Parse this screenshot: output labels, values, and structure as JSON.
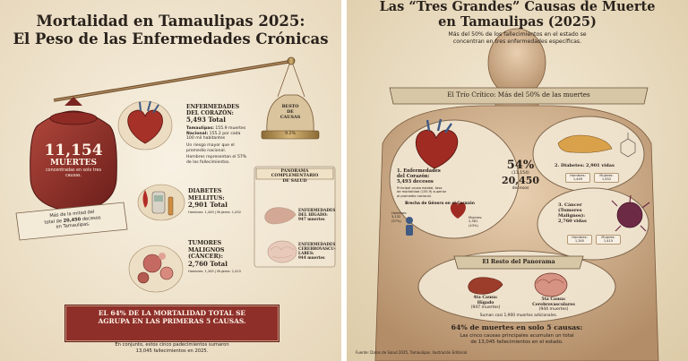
{
  "left": {
    "title_line1": "Mortalidad en Tamaulipas 2025:",
    "title_line2": "El Peso de las Enfermedades Crónicas",
    "scale": {
      "weight_number": "11,154",
      "weight_unit": "MUERTES",
      "weight_note": "concentradas en solo tres causas.",
      "ribbon_line1": "Más de la mitad del",
      "ribbon_line2_prefix": "total de ",
      "ribbon_line2_bold": "20,450",
      "ribbon_line2_suffix": " decesos",
      "ribbon_line3": "en Tamaulipas.",
      "rest_label_line1": "RESTO",
      "rest_label_line2": "DE",
      "rest_label_line3": "CAUSAS",
      "rest_percent": "9.2%"
    },
    "heart": {
      "title_line1": "ENFERMEDADES",
      "title_line2": "DEL CORAZÓN:",
      "total": "5,493 Total",
      "detail1_bold": "Tamaulipas:",
      "detail1": " 155.9 muertes",
      "detail2_bold": "Nacional:",
      "detail2": " 155.2 por cada",
      "detail3": "100 mil habitantes",
      "detail4": "Un riesgo mayor que el",
      "detail5": "promedio nacional.",
      "detail6": "Hombres representan el 57%",
      "detail7": "de los fallecimientos."
    },
    "diabetes": {
      "title_line1": "DIABETES",
      "title_line2": "MELLITUS:",
      "total": "2,901 Total",
      "split": "Hombres: 1,449 | Mujeres: 1,452"
    },
    "tumors": {
      "title_line1": "TUMORES",
      "title_line2": "MALIGNOS",
      "title_line3": "(CÁNCER):",
      "total": "2,760 Total",
      "split": "Hombres: 1,345 | Mujeres: 1,415"
    },
    "panorama": {
      "title_line1": "PANORAMA",
      "title_line2": "COMPLEMENTARIO",
      "title_line3": "DE SALUD",
      "liver_line1": "ENFERMEDADES",
      "liver_line2": "DEL HÍGADO:",
      "liver_total": "947 muertes",
      "brain_line1": "ENFERMEDADES",
      "brain_line2": "CEREBROVASCU-",
      "brain_line3": "LARES:",
      "brain_total": "944 muertes"
    },
    "footer": {
      "headline_line1": "EL 64% DE LA MORTALIDAD TOTAL SE",
      "headline_line2": "AGRUPA EN LAS PRIMERAS 5 CAUSAS.",
      "sub_line1": "En conjunto, estos cinco padecimientos sumaron",
      "sub_line2": "13,045 fallecimientos en 2025."
    }
  },
  "right": {
    "title_line1": "Las “Tres Grandes” Causas de Muerte",
    "title_line2": "en Tamaulipas (2025)",
    "subtitle_line1": "Más del 50% de los fallecimientos en el estado se",
    "subtitle_line2": "concentran en tres enfermedades específicas.",
    "ribbon": "El Trío Crítico: Más del 50% de las muertes",
    "heart": {
      "title_line1": "1. Enfermedades",
      "title_line2": "del Corazón:",
      "title_line3": "5,493 decesos",
      "desc1": "Principal causa estatal, tasa",
      "desc2": "de mortalidad (155.9) superior",
      "desc3": "al promedio nacional.",
      "gap_title": "Brecha de Género en el Corazón",
      "men_label": "Hombres:",
      "men_value": "3,132",
      "men_pct": "(57%)",
      "women_label": "Mujeres:",
      "women_value": "2,361",
      "women_pct": "(43%)"
    },
    "center_stat": {
      "percent": "54%",
      "sub1": "(11,154)",
      "total": "20,450",
      "sub2": "decesos"
    },
    "diabetes": {
      "title": "2. Diabetes: 2,901 vidas",
      "men": "Hombres: 1,449",
      "women": "Mujeres: 1,452"
    },
    "cancer": {
      "title_line1": "3. Cáncer",
      "title_line2": "(Tumores",
      "title_line3": "Malignos):",
      "title_line4": "2,760 vidas",
      "men": "Hombres: 1,345",
      "women": "Mujeres: 1,415"
    },
    "rest": {
      "ribbon": "El Resto del Panorama",
      "liver_line1": "4ta Causa:",
      "liver_line2": "Hígado",
      "liver_line3": "(947 muertes)",
      "brain_line1": "5ta Causa:",
      "brain_line2": "Cerebrovasculares",
      "brain_line3": "(944 muertes)",
      "note": "Suman casi 1,900 muertes adicionales."
    },
    "footer": {
      "headline": "64% de muertes en solo 5 causas:",
      "sub_line1": "Las cinco causas principales acumulan un total",
      "sub_line2": "de 13,045 fallecimientos en el estado."
    },
    "source": "Fuente: Datos de Salud 2025, Tamaulipas. Ilustración Editorial."
  }
}
